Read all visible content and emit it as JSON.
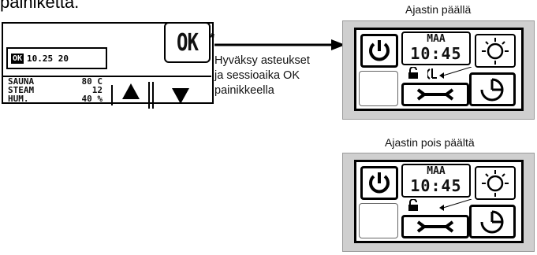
{
  "caption_top": "painiketta.",
  "left_panel": {
    "ok_label": "OK",
    "ok_mark": "*",
    "date_badge": "OK",
    "date_text": "10.25 20",
    "status": [
      {
        "name": "SAUNA",
        "value": "80 C"
      },
      {
        "name": "STEAM",
        "value": "12"
      },
      {
        "name": "HUM.",
        "value": "40 %"
      }
    ]
  },
  "instruction": {
    "line1": "Hyväksy asteukset",
    "line2": "ja sessioaika OK",
    "line3": "painikkeella"
  },
  "screens": [
    {
      "caption": "Ajastin päällä",
      "day": "MAA",
      "time": "10:45",
      "timer_indicator": true
    },
    {
      "caption": "Ajastin pois päältä",
      "day": "MAA",
      "time": "10:45",
      "timer_indicator": false
    }
  ],
  "colors": {
    "screen_bg": "#cfcfcf",
    "ink": "#000000"
  }
}
